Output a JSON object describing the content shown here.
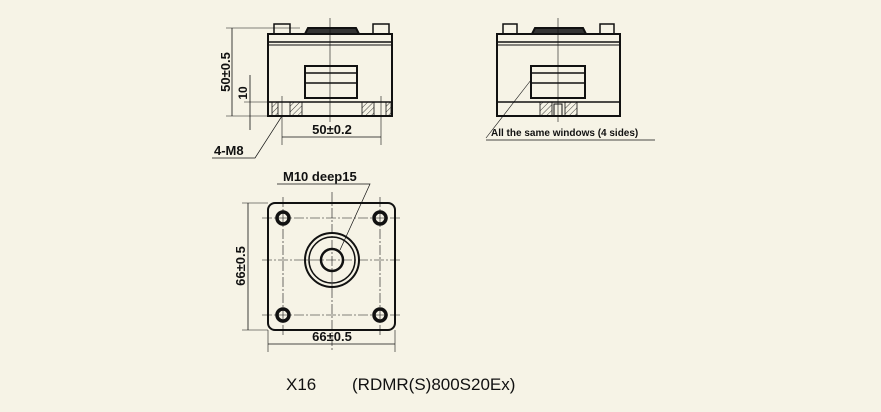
{
  "front_view": {
    "height_dim": "50±0.5",
    "base_dim": "10",
    "width_dim": "50±0.2",
    "thread_note": "4-M8"
  },
  "side_view": {
    "window_note": "All the same windows (4 sides)"
  },
  "top_view": {
    "center_thread_note": "M10 deep15",
    "height_dim": "66±0.5",
    "width_dim": "66±0.5"
  },
  "caption": {
    "id": "X16",
    "model": "(RDMR(S)800S20Ex)"
  },
  "colors": {
    "background": "#f6f3e6",
    "line": "#111111"
  }
}
